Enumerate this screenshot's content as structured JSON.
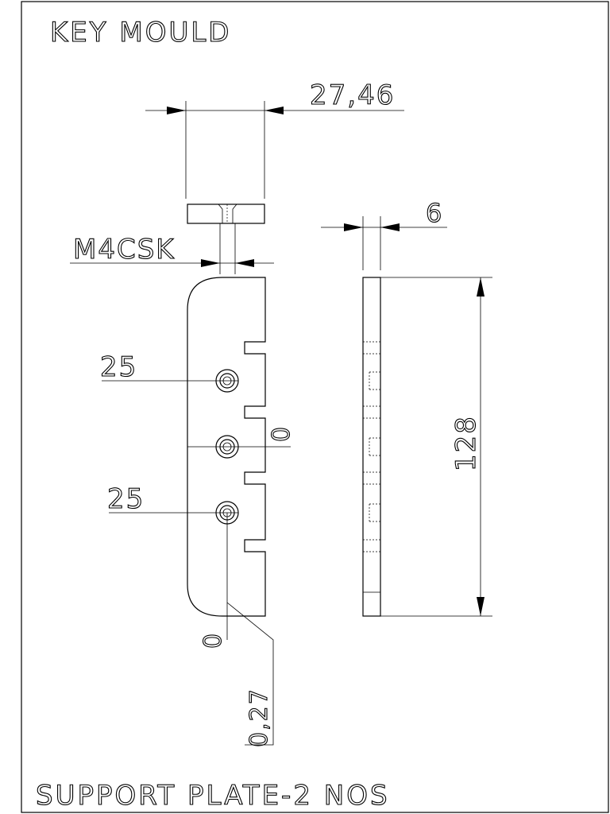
{
  "title": "KEY MOULD",
  "footer": "SUPPORT PLATE-2 NOS",
  "dimensions": {
    "top_width": "27,46",
    "thickness": "6",
    "hole_callout": "M4CSK",
    "length": "128",
    "hole_upper_offset": "25",
    "hole_lower_offset": "25",
    "hole_datum": "0",
    "bottom_datum": "0",
    "edge_offset": "0,27"
  }
}
